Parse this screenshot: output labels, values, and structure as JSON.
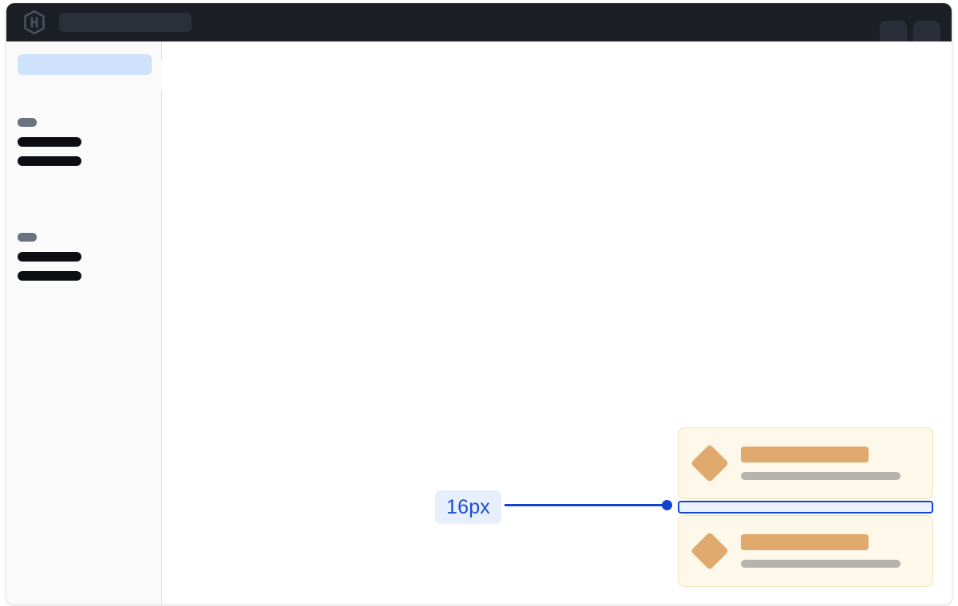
{
  "window": {
    "name": "app-window"
  },
  "topbar": {
    "logo_icon": "hashicorp-hexagon-logo-icon",
    "search_placeholder_label": "",
    "right_chips": [
      {
        "name": "topbar-chip-1"
      },
      {
        "name": "topbar-chip-2"
      }
    ],
    "background_color": "#1c1f26",
    "search_color": "#2b2f39"
  },
  "sidebar": {
    "skeleton_color": "#cfe2fb",
    "background_color": "#fafafa",
    "handle_icon": "sidebar-collapse-handle-icon",
    "groups": [
      {
        "pill_label": "",
        "items": [
          {
            "label": ""
          },
          {
            "label": ""
          }
        ]
      },
      {
        "pill_label": "",
        "items": [
          {
            "label": ""
          },
          {
            "label": ""
          }
        ]
      }
    ]
  },
  "canvas": {
    "cards": [
      {
        "icon": "diamond-icon",
        "primary_line": "",
        "secondary_line": "",
        "background_color": "#fdf8e9",
        "border_color": "#f4e3bd",
        "accent_color": "#e0a96d"
      },
      {
        "icon": "diamond-icon",
        "primary_line": "",
        "secondary_line": "",
        "background_color": "#fdf8e9",
        "border_color": "#f4e3bd",
        "accent_color": "#e0a96d"
      }
    ],
    "spacing_overlay": {
      "value_label": "16px",
      "highlight_fill": "#eaf1fd",
      "highlight_border": "#1243cf",
      "badge_background": "#e7effc",
      "badge_text_color": "#1b4ed8",
      "leader_line_color": "#1243cf"
    }
  }
}
